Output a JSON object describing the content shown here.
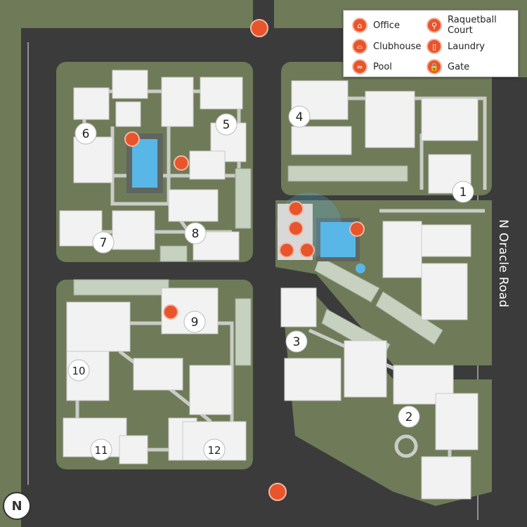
{
  "legend": {
    "items": [
      {
        "label": "Office",
        "icon": "office-icon",
        "glyph": "⌂"
      },
      {
        "label": "Raquetball Court",
        "icon": "raquetball-icon",
        "glyph": "⚲"
      },
      {
        "label": "Clubhouse",
        "icon": "clubhouse-icon",
        "glyph": "⌓"
      },
      {
        "label": "Laundry",
        "icon": "laundry-icon",
        "glyph": "▯"
      },
      {
        "label": "Pool",
        "icon": "pool-icon",
        "glyph": "≈"
      },
      {
        "label": "Gate",
        "icon": "gate-icon",
        "glyph": "🔒"
      }
    ]
  },
  "road_label": "N Oracle Road",
  "north_label": "N",
  "buildings": [
    "1",
    "2",
    "3",
    "4",
    "5",
    "6",
    "7",
    "8",
    "9",
    "10",
    "11",
    "12"
  ],
  "colors": {
    "accent": "#e8542b",
    "road": "#3a3a3a",
    "grass": "#6f7a58",
    "building": "#f2f2f2",
    "path": "#c9ccc6",
    "pool": "#58b7e6",
    "parking": "#c6d1bf"
  }
}
